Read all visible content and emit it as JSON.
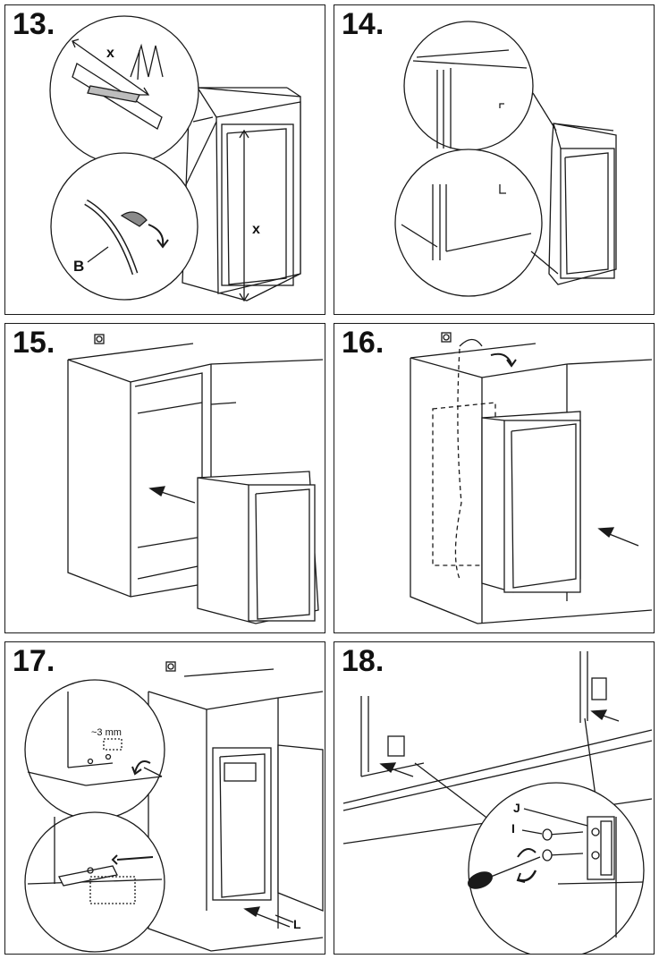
{
  "steps": [
    {
      "number": "13.",
      "labels": {
        "dim_top": "x",
        "dim_side": "x",
        "part": "B"
      }
    },
    {
      "number": "14."
    },
    {
      "number": "15."
    },
    {
      "number": "16."
    },
    {
      "number": "17.",
      "labels": {
        "gap": "~3 mm",
        "part": "L"
      }
    },
    {
      "number": "18.",
      "labels": {
        "part_j": "J",
        "part_i": "I"
      }
    }
  ],
  "icons": {
    "step15": "socket-icon",
    "step16": "socket-icon",
    "step17": "socket-icon"
  },
  "colors": {
    "line": "#1a1a1a",
    "fill_gray": "#9a9a9a",
    "background": "#ffffff"
  }
}
